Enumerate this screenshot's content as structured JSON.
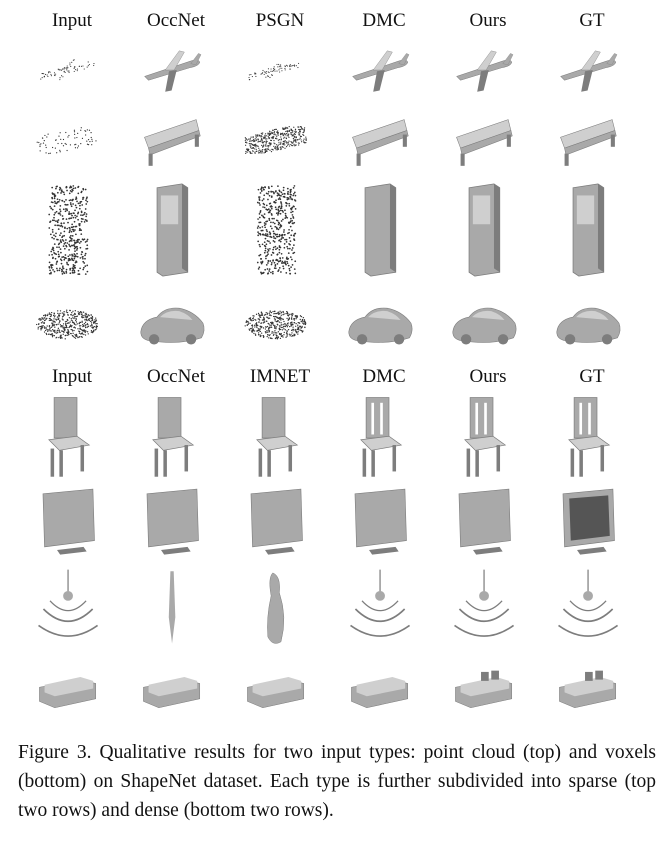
{
  "figure": {
    "top_panel": {
      "columns": [
        "Input",
        "OccNet",
        "PSGN",
        "DMC",
        "Ours",
        "GT"
      ],
      "rows": [
        {
          "object": "airplane-icon"
        },
        {
          "object": "bench-icon"
        },
        {
          "object": "cabinet-icon"
        },
        {
          "object": "car-icon"
        }
      ]
    },
    "bottom_panel": {
      "columns": [
        "Input",
        "OccNet",
        "IMNET",
        "DMC",
        "Ours",
        "GT"
      ],
      "rows": [
        {
          "object": "chair-icon"
        },
        {
          "object": "monitor-icon"
        },
        {
          "object": "chandelier-icon"
        },
        {
          "object": "sofa-icon"
        }
      ]
    },
    "caption": "Figure 3. Qualitative results for two input types: point cloud (top) and voxels (bottom) on ShapeNet dataset. Each type is further subdivided into sparse (top two rows) and dense (bottom two rows).",
    "colors": {
      "shape_fill": "#a9a9a9",
      "shape_shade": "#7d7d7d",
      "shape_light": "#cfcfcf",
      "points": "#333333"
    }
  }
}
